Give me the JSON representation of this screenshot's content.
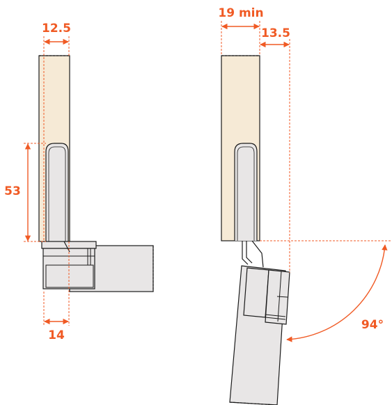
{
  "colors": {
    "dimension": "#f05a24",
    "door_panel": "#f6ead6",
    "hinge_fill": "#e8e6e6",
    "outline": "#1a1a1a"
  },
  "left_view": {
    "top_width_label": "12.5",
    "height_label": "53",
    "bottom_width_label": "14"
  },
  "right_view": {
    "min_width_label": "19 min",
    "overlay_label": "13.5",
    "angle_label": "94°"
  }
}
